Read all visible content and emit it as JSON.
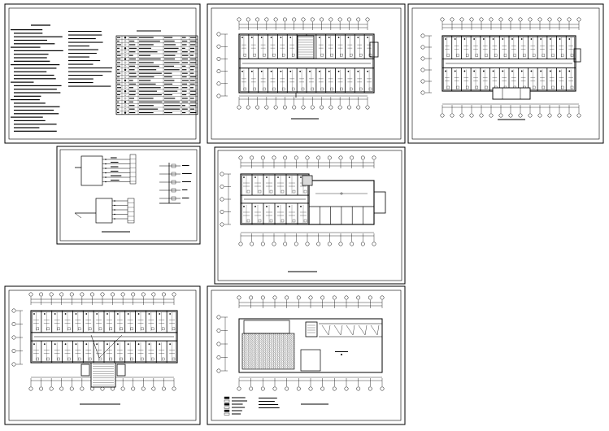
{
  "sheets": [
    {
      "id": "notes",
      "caption": ""
    },
    {
      "id": "plan-1",
      "caption": ""
    },
    {
      "id": "plan-2",
      "caption": ""
    },
    {
      "id": "system",
      "caption": ""
    },
    {
      "id": "plan-3",
      "caption": ""
    },
    {
      "id": "plan-4",
      "caption": ""
    },
    {
      "id": "roof",
      "caption": ""
    }
  ],
  "colors": {
    "line": "#000000",
    "background": "#ffffff",
    "paper": "#ffffff"
  }
}
